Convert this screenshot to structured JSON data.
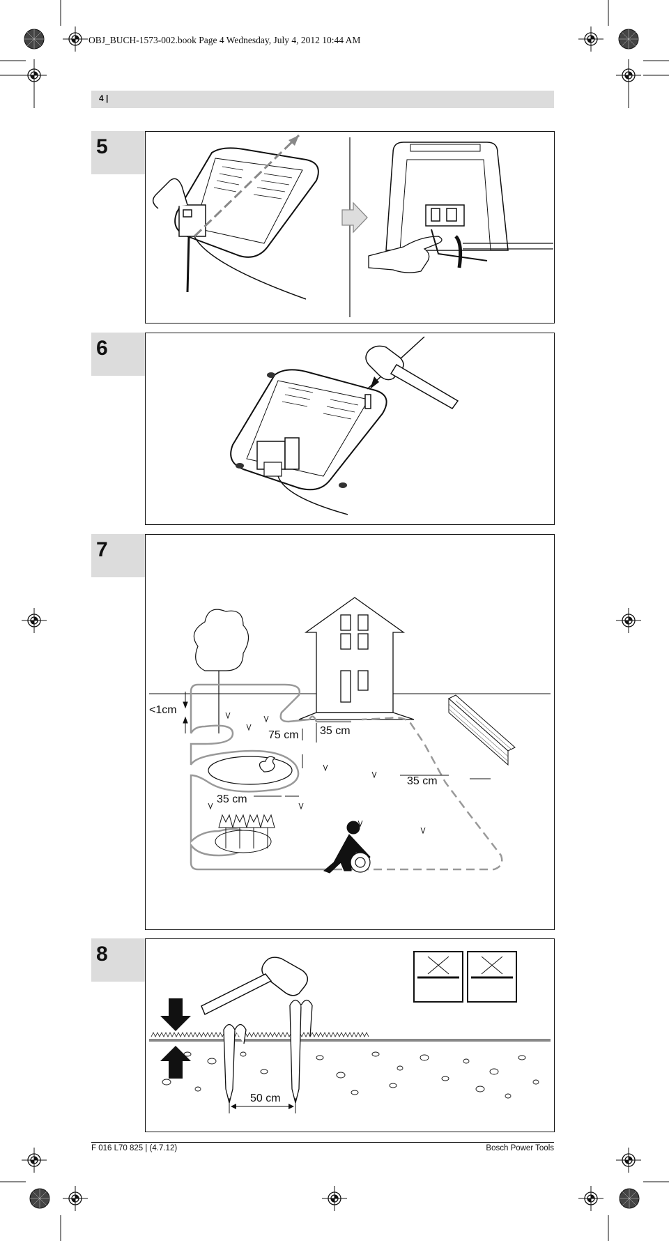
{
  "header": {
    "print_line": "OBJ_BUCH-1573-002.book  Page 4  Wednesday, July 4, 2012  10:44 AM",
    "page_number": "4 |"
  },
  "figures": [
    {
      "number": "5"
    },
    {
      "number": "6"
    },
    {
      "number": "7",
      "labels": {
        "height": "<1cm",
        "pond": "75 cm",
        "house": "35 cm",
        "wall": "35 cm",
        "flowers": "35 cm"
      }
    },
    {
      "number": "8",
      "labels": {
        "spacing": "50 cm"
      }
    }
  ],
  "footer": {
    "doc_ref": "F 016 L70 825 | (4.7.12)",
    "brand": "Bosch Power Tools"
  },
  "icons": [
    "registration-mark-icon",
    "starburst-mark-icon",
    "arrow-right-icon",
    "hammer-icon",
    "person-icon",
    "duck-icon"
  ]
}
